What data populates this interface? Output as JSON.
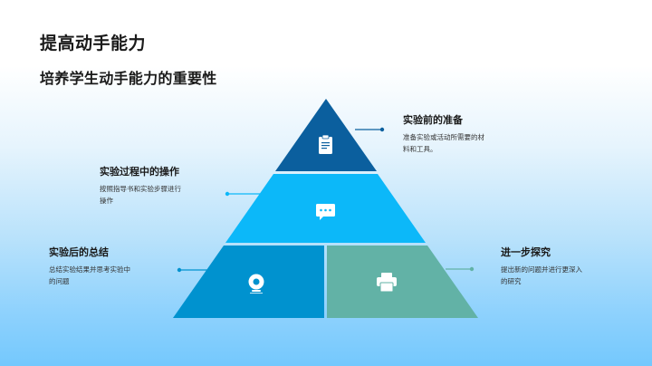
{
  "header": {
    "title": "提高动手能力",
    "subtitle": "培养学生动手能力的重要性"
  },
  "pyramid": {
    "tiers": [
      {
        "id": "top",
        "icon": "clipboard-icon",
        "color": "#0b5f9e"
      },
      {
        "id": "middle",
        "icon": "chat-bubble-icon",
        "color": "#0cb8f9"
      },
      {
        "id": "bottom-left",
        "icon": "webcam-icon",
        "color": "#0092cf"
      },
      {
        "id": "bottom-right",
        "icon": "printer-icon",
        "color": "#62b2a6"
      }
    ]
  },
  "cards": {
    "prep": {
      "title": "实验前的准备",
      "desc_line1": "准备实验或活动所需要的材",
      "desc_line2": "料和工具。"
    },
    "process": {
      "title": "实验过程中的操作",
      "desc_line1": "按照指导书和实验步骤进行",
      "desc_line2": "操作"
    },
    "summary": {
      "title": "实验后的总结",
      "desc_line1": "总结实验结果并思考实验中",
      "desc_line2": "的问题"
    },
    "further": {
      "title": "进一步探究",
      "desc_line1": "提出新的问题并进行更深入",
      "desc_line2": "的研究"
    }
  }
}
